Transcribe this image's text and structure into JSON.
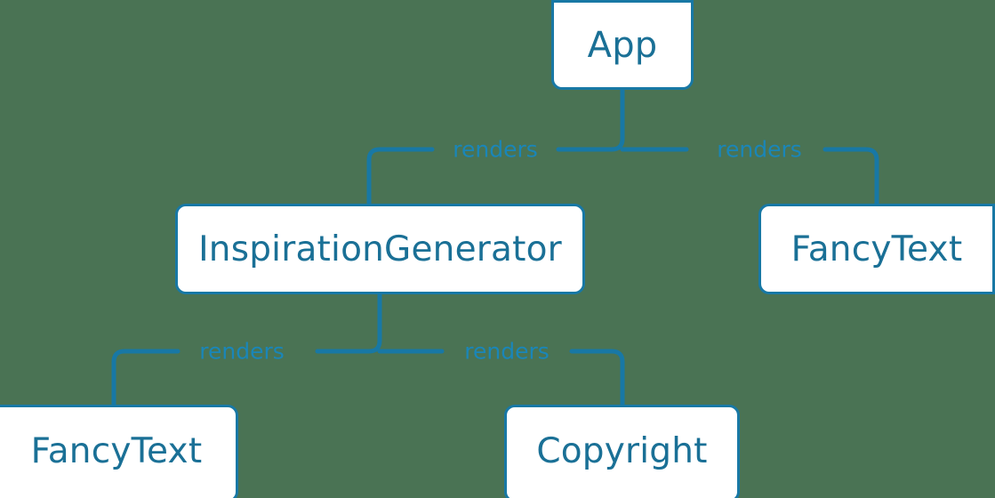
{
  "diagram": {
    "title": "React component render tree",
    "type": "component-tree",
    "background_color": "#4a7354",
    "node_fill_color": "#ffffff",
    "node_border_color": "#1878a5",
    "node_text_color": "#1a7096",
    "edge_color": "#1878a5",
    "edge_label_color": "#1a86b8",
    "nodes": [
      {
        "id": "app",
        "label": "App"
      },
      {
        "id": "inspiration",
        "label": "InspirationGenerator"
      },
      {
        "id": "fancytext_right",
        "label": "FancyText"
      },
      {
        "id": "fancytext_left",
        "label": "FancyText"
      },
      {
        "id": "copyright",
        "label": "Copyright"
      }
    ],
    "edges": [
      {
        "from": "app",
        "to": "inspiration",
        "label": "renders"
      },
      {
        "from": "app",
        "to": "fancytext_right",
        "label": "renders"
      },
      {
        "from": "inspiration",
        "to": "fancytext_left",
        "label": "renders"
      },
      {
        "from": "inspiration",
        "to": "copyright",
        "label": "renders"
      }
    ]
  }
}
